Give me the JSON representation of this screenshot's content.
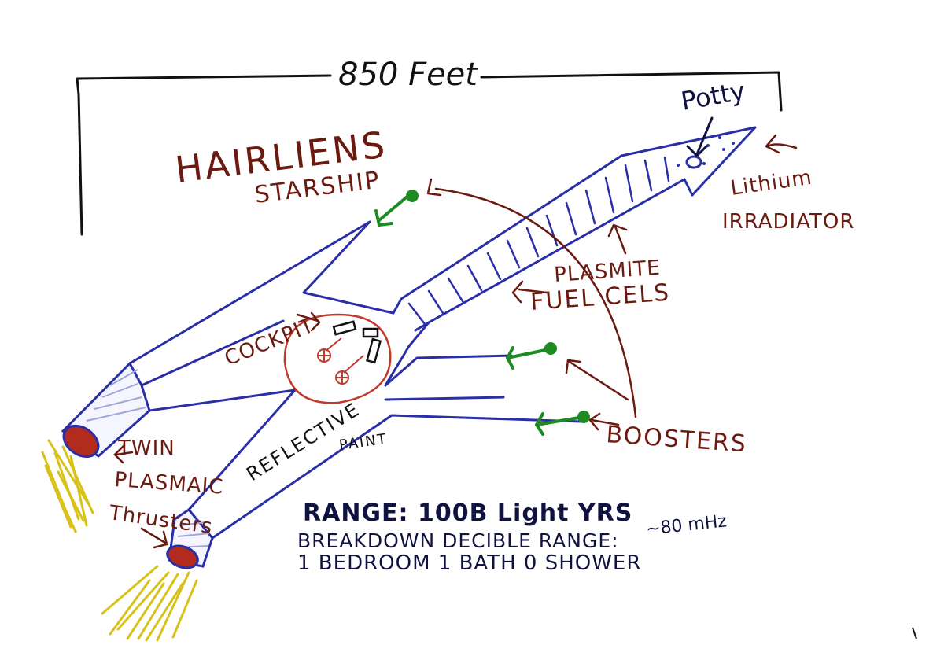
{
  "dimension": "850 Feet",
  "title": {
    "line1": "HAIRLIENS",
    "line2": "STARSHIP"
  },
  "labels": {
    "potty": "Potty",
    "lithium": "Lithium",
    "irradiator": "IRRADIATOR",
    "plasmite": "PLASMITE",
    "fuelcels": "FUEL CELS",
    "cockpit": "COCKPIT",
    "boosters": "BOOSTERS",
    "reflective": "REFLECTIVE",
    "paint": "PAINT",
    "thrusters": [
      "TWIN",
      "PLASMAIC",
      "Thrusters"
    ]
  },
  "specs": {
    "range": "RANGE: 100B Light YRS",
    "breakdown": "BREAKDOWN DECIBLE RANGE:",
    "breakdown_value": "~80 mHz",
    "amenities": "1 BEDROOM   1 BATH   0 SHOWER"
  },
  "colors": {
    "hull": "#2a2fa8",
    "annotation": "#6b1a10",
    "booster": "#1e8a22",
    "cockpit": "#c0392b",
    "flame": "#d8c21a",
    "ink": "#111111",
    "specs": "#10123f"
  }
}
